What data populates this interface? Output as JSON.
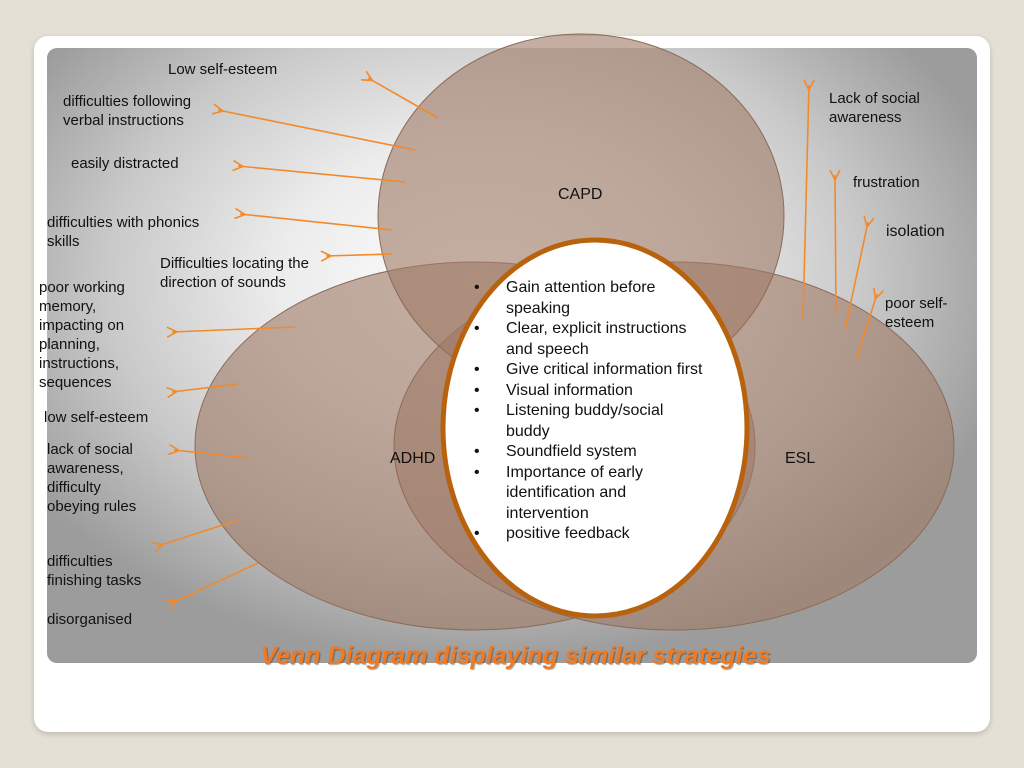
{
  "diagram": {
    "title": "Venn Diagram displaying similar strategies",
    "circles": {
      "capd": "CAPD",
      "adhd": "ADHD",
      "esl": "ESL"
    },
    "strategies": [
      "Gain attention before speaking",
      "Clear, explicit instructions and speech",
      "Give critical information first",
      "Visual information",
      "Listening buddy/social buddy",
      "Soundfield system",
      "Importance of early identification and intervention",
      "positive feedback"
    ],
    "capd_traits": {
      "t1": "Low self-esteem",
      "t2a": "difficulties following",
      "t2b": "verbal instructions",
      "t3": "easily distracted",
      "t4a": "difficulties with phonics",
      "t4b": "skills",
      "t5a": "Difficulties locating the",
      "t5b": "direction of sounds"
    },
    "adhd_traits": {
      "a1": "poor working",
      "a2": "memory,",
      "a3": "impacting on",
      "a4": "planning,",
      "a5": "instructions,",
      "a6": "sequences",
      "b1": "low self-esteem",
      "c1": "lack of social",
      "c2": "awareness,",
      "c3": "difficulty",
      "c4": "obeying rules",
      "d1": "difficulties",
      "d2": "finishing tasks",
      "e1": "disorganised"
    },
    "esl_traits": {
      "s1a": "Lack of social",
      "s1b": "awareness",
      "s2": "frustration",
      "s3": "isolation",
      "s4a": "poor self-",
      "s4b": "esteem"
    },
    "colors": {
      "circle_fill": "#a07a68",
      "arrow": "#f28a2a",
      "oval_border": "#b8620e",
      "title": "#f07a22"
    }
  }
}
